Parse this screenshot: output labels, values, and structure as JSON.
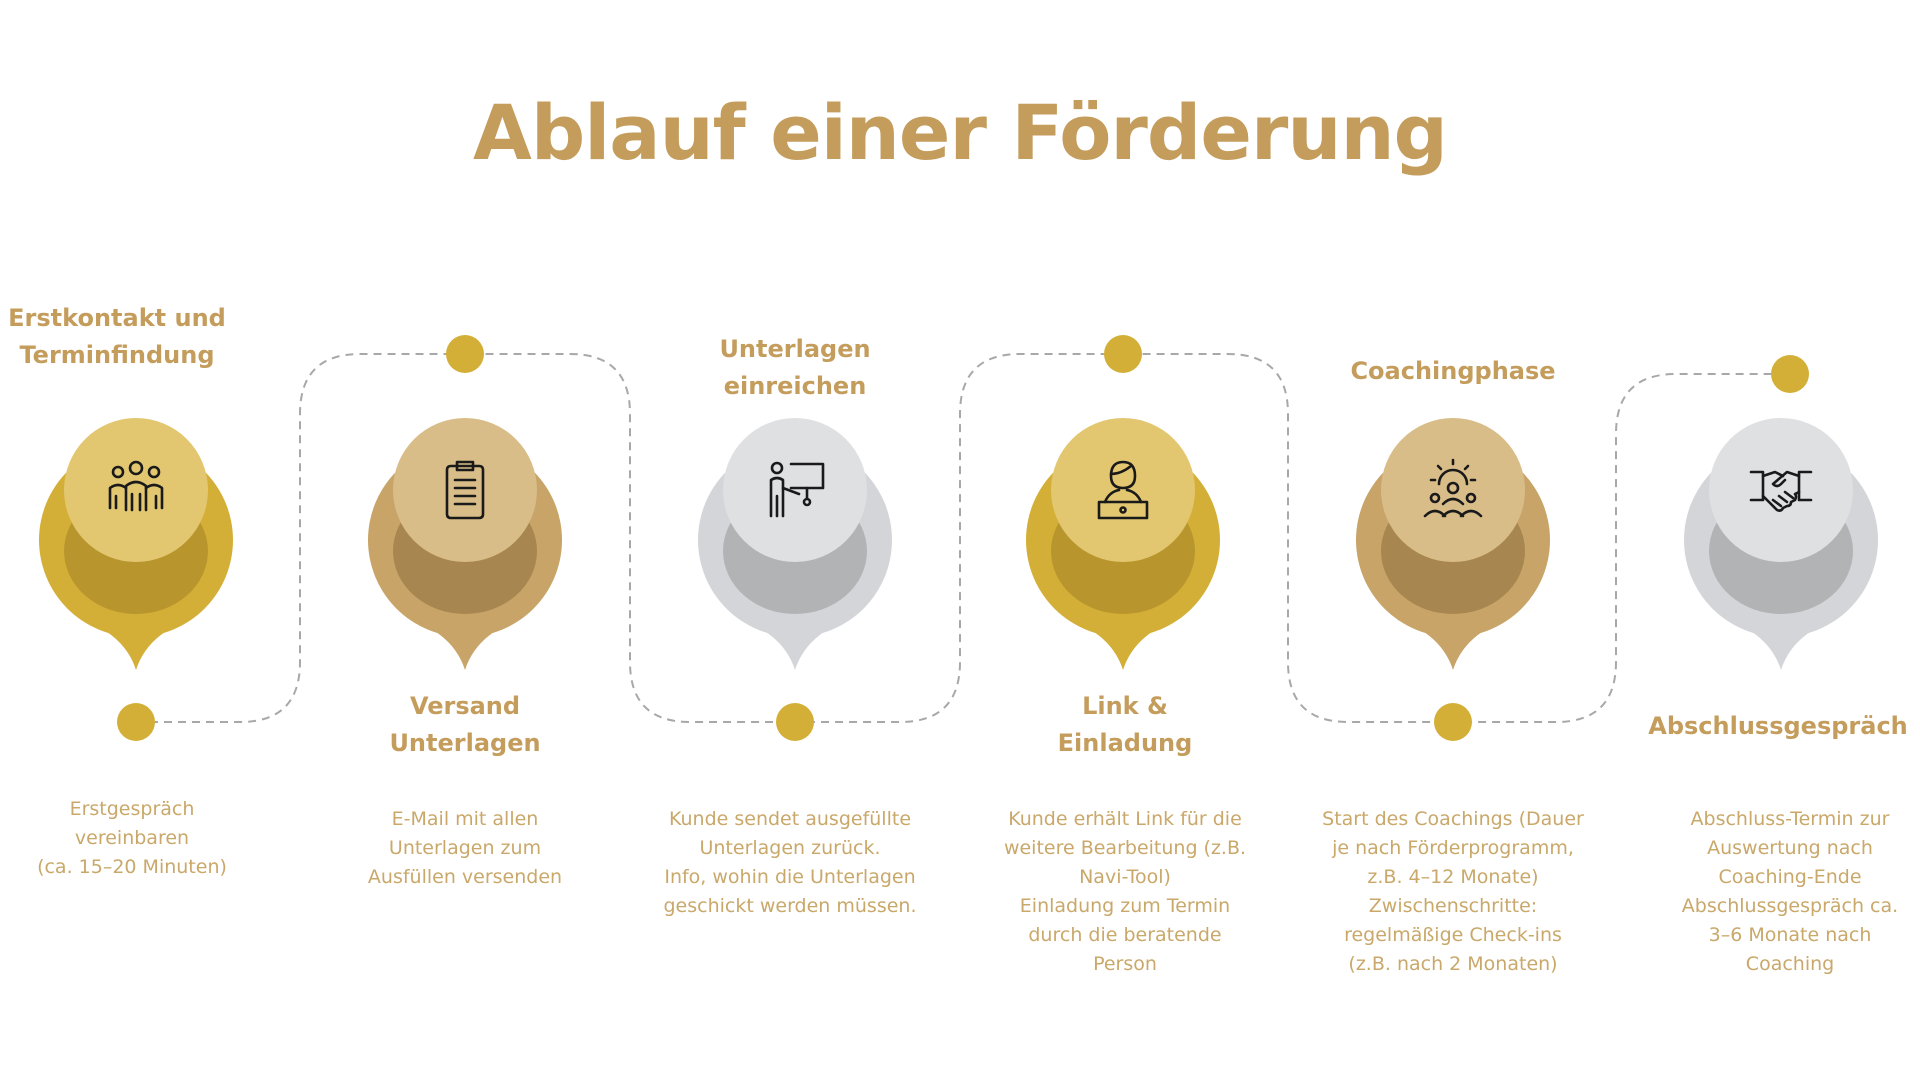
{
  "title": "Ablauf einer Förderung",
  "colors": {
    "title": "#c49d5c",
    "path": "#a8a8a8",
    "dot": "#d4af37",
    "gold_outer": "#d4af37",
    "gold_mid": "#b8962d",
    "gold_inner": "#e3c770",
    "tan_outer": "#c8a468",
    "tan_mid": "#a7874f",
    "tan_inner": "#d9bd88",
    "gray_outer": "#d3d5d8",
    "gray_mid": "#b1b3b5",
    "gray_inner": "#dfe0e2"
  },
  "steps": [
    {
      "title": "Erstkontakt und\nTerminfindung",
      "description": "Erstgespräch\nvereinbaren\n(ca. 15–20 Minuten)",
      "icon": "team-icon",
      "theme": "gold"
    },
    {
      "title": "Versand\nUnterlagen",
      "description": "E-Mail mit allen\nUnterlagen zum\nAusfüllen versenden",
      "icon": "clipboard-icon",
      "theme": "tan"
    },
    {
      "title": "Unterlagen\neinreichen",
      "description": "Kunde sendet ausgefüllte\nUnterlagen zurück.\nInfo, wohin die Unterlagen\ngeschickt werden müssen.",
      "icon": "presentation-icon",
      "theme": "gray"
    },
    {
      "title": "Link &\nEinladung",
      "description": "Kunde erhält Link für die\nweitere Bearbeitung (z.B.\nNavi-Tool)\nEinladung zum Termin\ndurch die beratende\nPerson",
      "icon": "laptop-user-icon",
      "theme": "gold"
    },
    {
      "title": "Coachingphase",
      "description": "Start des Coachings (Dauer\nje nach Förderprogramm,\nz.B. 4–12 Monate)\nZwischenschritte:\nregelmäßige Check-ins\n(z.B. nach 2 Monaten)",
      "icon": "gear-team-icon",
      "theme": "tan"
    },
    {
      "title": "Abschlussgespräch",
      "description": "Abschluss-Termin zur\nAuswertung nach\nCoaching-Ende\nAbschlussgespräch ca.\n3–6 Monate nach\nCoaching",
      "icon": "handshake-icon",
      "theme": "gray"
    }
  ]
}
